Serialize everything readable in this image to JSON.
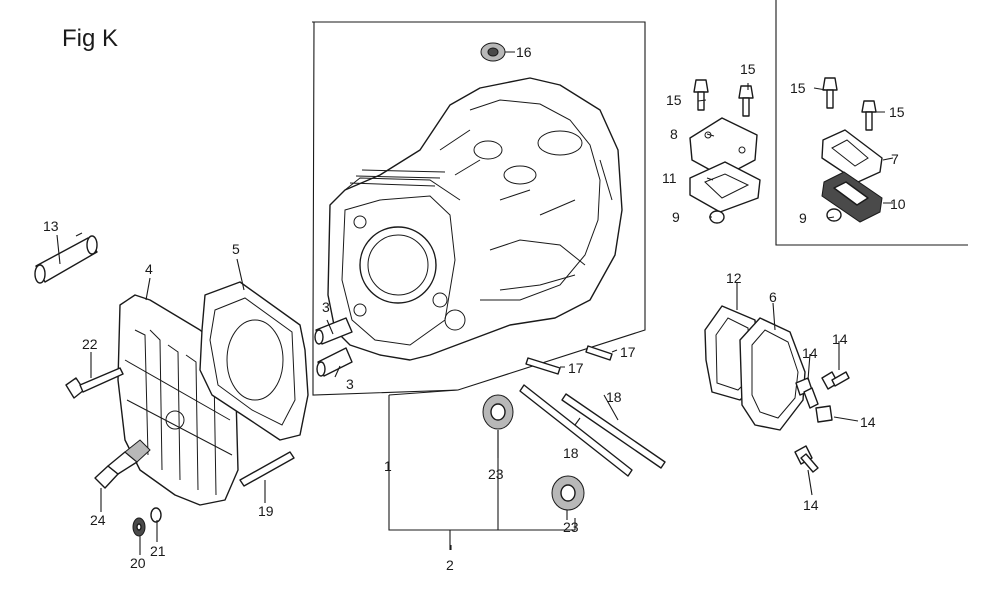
{
  "figure": {
    "title": "Fig K"
  },
  "callouts": {
    "c1": "1",
    "c2": "2",
    "c3a": "3",
    "c3b": "3",
    "c4": "4",
    "c5": "5",
    "c6": "6",
    "c7": "7",
    "c8": "8",
    "c9a": "9",
    "c9b": "9",
    "c10": "10",
    "c11": "11",
    "c12": "12",
    "c13": "13",
    "c14a": "14",
    "c14b": "14",
    "c14c": "14",
    "c14d": "14",
    "c15a": "15",
    "c15b": "15",
    "c15c": "15",
    "c15d": "15",
    "c16": "16",
    "c17a": "17",
    "c17b": "17",
    "c18a": "18",
    "c18b": "18",
    "c19": "19",
    "c20": "20",
    "c21": "21",
    "c22": "22",
    "c23a": "23",
    "c23b": "23",
    "c24": "24"
  }
}
